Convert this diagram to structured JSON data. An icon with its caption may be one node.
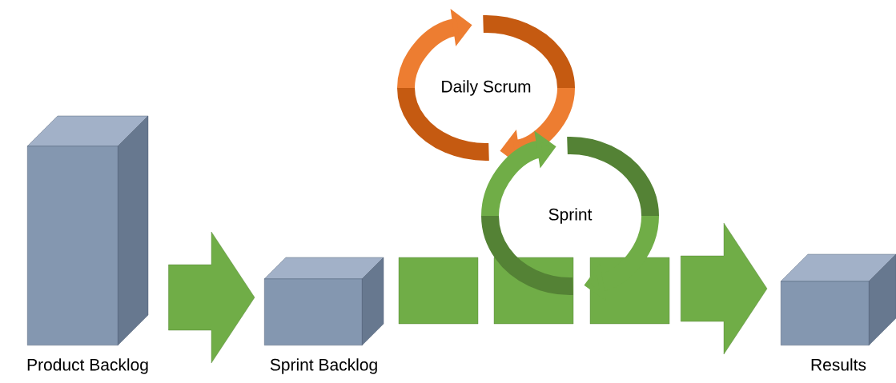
{
  "diagram": {
    "nodes": [
      {
        "text": [
          "Product Backlog"
        ]
      },
      {
        "text": [
          "Sprint Backlog"
        ]
      },
      {
        "text": [],
        "shape": "box"
      },
      {
        "text": [],
        "shape": "box"
      },
      {
        "text": [],
        "shape": "box"
      },
      {
        "text": [
          "Results"
        ]
      },
      {
        "text": [
          "Daily Scrum"
        ]
      },
      {
        "text": [
          "Sprint"
        ]
      }
    ],
    "edges": [
      {
        "from": 0,
        "to": 1,
        "arrow": "to"
      },
      {
        "from": 4,
        "to": 5,
        "arrow": "to"
      }
    ]
  }
}
